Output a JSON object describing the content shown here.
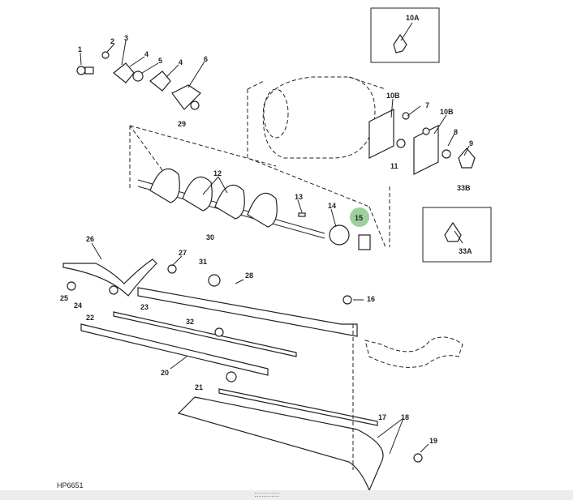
{
  "diagram": {
    "figure_code": "HP6651",
    "highlight_color": "#9ccf9c",
    "highlighted_callout": "15",
    "callouts": [
      "1",
      "2",
      "3",
      "4",
      "5",
      "4",
      "6",
      "29",
      "10A",
      "10B",
      "7",
      "10B",
      "8",
      "9",
      "11",
      "33B",
      "12",
      "13",
      "14",
      "15",
      "33A",
      "26",
      "27",
      "30",
      "31",
      "28",
      "25",
      "24",
      "23",
      "16",
      "22",
      "32",
      "20",
      "21",
      "17",
      "18",
      "19"
    ]
  }
}
